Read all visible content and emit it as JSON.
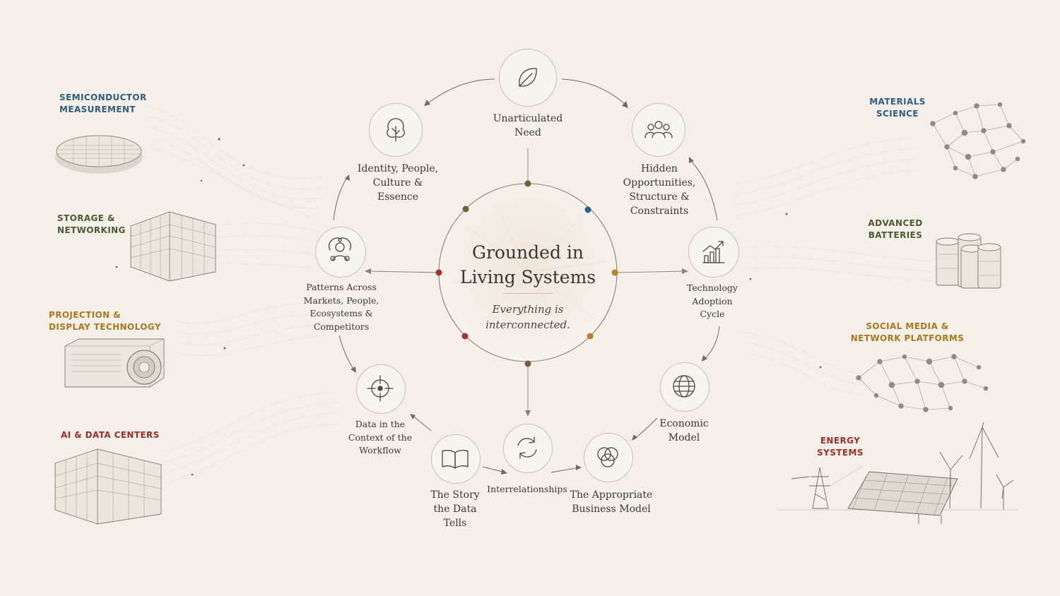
{
  "center": {
    "title": "Grounded in\nLiving Systems",
    "subtitle": "Everything is\ninterconnected."
  },
  "nodes": {
    "unarticulated_need": {
      "label": "Unarticulated\nNeed",
      "icon": "leaf-icon"
    },
    "hidden_opportunities": {
      "label": "Hidden\nOpportunities,\nStructure &\nConstraints",
      "icon": "people-group-icon"
    },
    "technology_adoption": {
      "label": "Technology\nAdoption\nCycle",
      "icon": "growth-chart-icon"
    },
    "economic_model": {
      "label": "Economic\nModel",
      "icon": "globe-icon"
    },
    "business_model": {
      "label": "The Appropriate\nBusiness Model",
      "icon": "venn-circles-icon"
    },
    "interrelationships": {
      "label": "Interrelationships",
      "icon": "cycle-arrows-icon"
    },
    "story_data": {
      "label": "The Story\nthe Data\nTells",
      "icon": "open-book-icon"
    },
    "data_context": {
      "label": "Data in the\nContext of the\nWorkflow",
      "icon": "crosshair-icon"
    },
    "patterns": {
      "label": "Patterns Across\nMarkets, People,\nEcosystems &\nCompetitors",
      "icon": "person-network-icon"
    },
    "identity": {
      "label": "Identity, People,\nCulture &\nEssence",
      "icon": "tree-icon"
    }
  },
  "industries_left": [
    {
      "key": "semiconductor",
      "label": "SEMICONDUCTOR\nMEASUREMENT",
      "color": "#2f5d7e",
      "icon": "wafer-icon"
    },
    {
      "key": "storage",
      "label": "STORAGE &\nNETWORKING",
      "color": "#4d5a33",
      "icon": "server-rack-icon"
    },
    {
      "key": "projection",
      "label": "PROJECTION &\nDISPLAY TECHNOLOGY",
      "color": "#a9781f",
      "icon": "projector-icon"
    },
    {
      "key": "ai",
      "label": "AI & DATA CENTERS",
      "color": "#9a2f28",
      "icon": "data-center-icon"
    }
  ],
  "industries_right": [
    {
      "key": "materials",
      "label": "MATERIALS\nSCIENCE",
      "color": "#2f5d7e",
      "icon": "molecule-network-icon"
    },
    {
      "key": "batteries",
      "label": "ADVANCED\nBATTERIES",
      "color": "#4d5a33",
      "icon": "battery-cells-icon"
    },
    {
      "key": "social",
      "label": "SOCIAL MEDIA &\nNETWORK PLATFORMS",
      "color": "#a9781f",
      "icon": "network-graph-icon"
    },
    {
      "key": "energy",
      "label": "ENERGY\nSYSTEMS",
      "color": "#9a2f28",
      "icon": "solar-wind-icon"
    }
  ],
  "colors": {
    "background": "#f4efe8",
    "ink": "#3a3633",
    "dot_green": "#5b6b3a",
    "dot_blue": "#2f5d8e",
    "dot_red": "#a7342b",
    "dot_gold": "#b8832a",
    "dot_brown": "#7a5a3a"
  }
}
